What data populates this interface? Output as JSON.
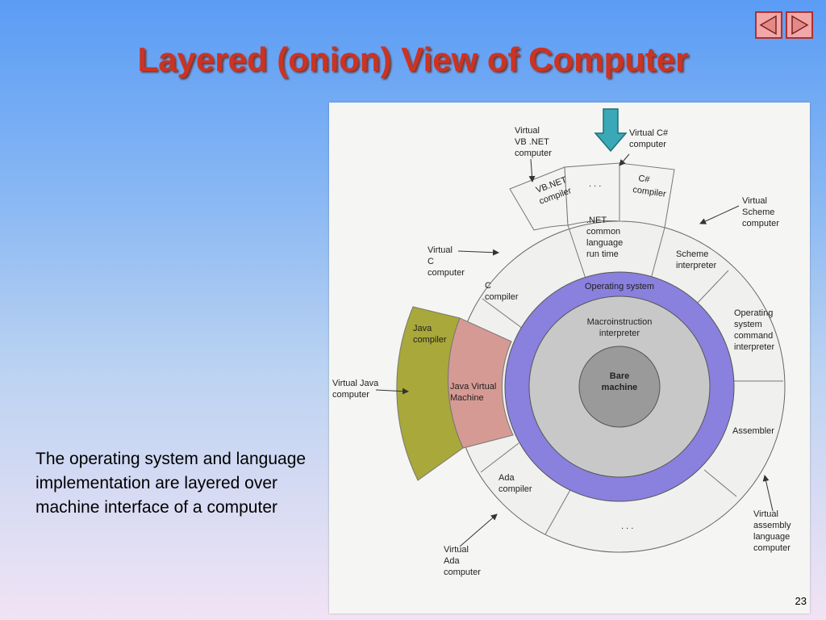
{
  "slide": {
    "title": "Layered (onion) View of Computer",
    "caption": "The operating system and language implementation are layered over machine interface of a computer",
    "page_number": "23"
  },
  "nav": {
    "prev_icon": "triangle-left-icon",
    "next_icon": "triangle-right-icon",
    "button_color": "#f2a8a8",
    "border_color": "#b0302e"
  },
  "diagram": {
    "core": [
      "Bare",
      "machine"
    ],
    "macro": [
      "Macroinstruction",
      "interpreter"
    ],
    "os_label": "Operating system",
    "compiler_ring": {
      "dotnet": [
        ".NET",
        "common",
        "language",
        "run time"
      ],
      "scheme": [
        "Scheme",
        "interpreter"
      ],
      "os_cmd": [
        "Operating",
        "system",
        "command",
        "interpreter"
      ],
      "assembler": "Assembler",
      "dots_bottom": ". . .",
      "ada": [
        "Ada",
        "compiler"
      ],
      "c": [
        "C",
        "compiler"
      ],
      "jvm": [
        "Java Virtual",
        "Machine"
      ]
    },
    "outer_segments": {
      "vbnet": [
        "VB.NET",
        "compiler"
      ],
      "dots_top": ". . .",
      "csharp": [
        "C#",
        "compiler"
      ],
      "java": [
        "Java",
        "compiler"
      ]
    },
    "virtual_labels": {
      "vbnet": [
        "Virtual",
        "VB .NET",
        "computer"
      ],
      "csharp": [
        "Virtual C#",
        "computer"
      ],
      "scheme": [
        "Virtual",
        "Scheme",
        "computer"
      ],
      "c": [
        "Virtual",
        "C",
        "computer"
      ],
      "java": [
        "Virtual Java",
        "computer"
      ],
      "assembly": [
        "Virtual",
        "assembly",
        "language",
        "computer"
      ],
      "ada": [
        "Virtual",
        "Ada",
        "computer"
      ]
    },
    "colors": {
      "os_ring": "#8a80de",
      "macro_ring": "#c8c8c8",
      "core": "#9a9a9a",
      "jvm_segment": "#d69a94",
      "java_segment": "#a9a83a",
      "highlight_arrow": "#3aa8b6"
    }
  }
}
